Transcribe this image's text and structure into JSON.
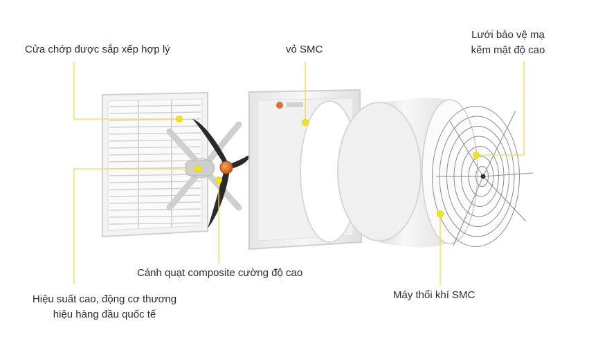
{
  "labels": {
    "louver": "Cửa chớp được sắp xếp hợp lý",
    "shell": "vỏ SMC",
    "guard_line1": "Lưới bảo vệ mạ",
    "guard_line2": "kẽm mật độ cao",
    "blade": "Cánh quạt composite cường độ cao",
    "motor_line1": "Hiệu suất cao, động cơ thương",
    "motor_line2": "hiệu hàng đầu quốc tế",
    "cone": "Máy thổi khí SMC"
  },
  "colors": {
    "callout_line": "#f2e22c",
    "callout_dot": "#f5e31a",
    "text": "#2b2b2b",
    "blade": "#2a2a2a",
    "hub": "#e8772a",
    "frame": "#f4f4f4",
    "frame_edge": "#d4d4d4"
  },
  "icons": [
    "louver-frame-icon",
    "fan-blade-icon",
    "smc-shell-icon",
    "cone-icon",
    "wire-guard-icon"
  ]
}
